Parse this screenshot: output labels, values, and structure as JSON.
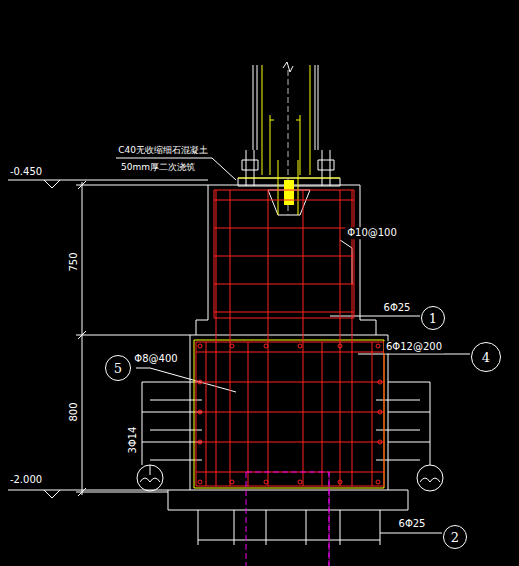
{
  "diagram": {
    "nodes": [
      {
        "text": [
          "1"
        ]
      },
      {
        "text": [
          "4"
        ]
      },
      {
        "text": [
          "5"
        ]
      },
      {
        "text": [
          "2"
        ]
      }
    ],
    "labels": [
      "-0.450",
      "C40无收缩细石混凝土",
      "50mm厚二次浇筑",
      "750",
      "Φ10@100",
      "6Φ25",
      "6Φ12@200",
      "Φ8@400",
      "800",
      "3Φ14",
      "-2.000",
      "6Φ25"
    ]
  }
}
